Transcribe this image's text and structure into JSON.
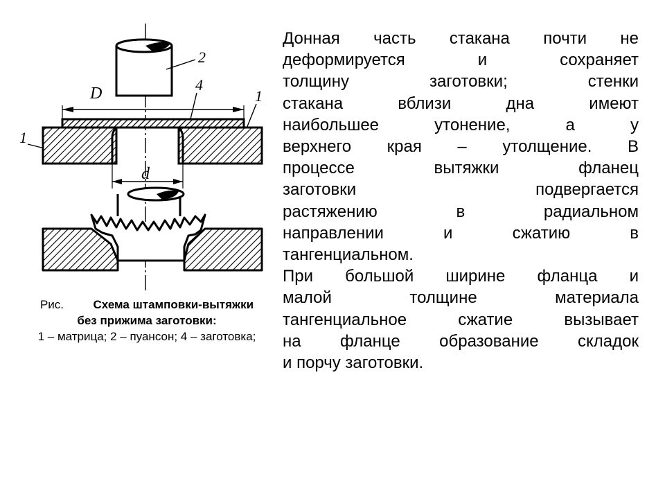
{
  "figure": {
    "labels": {
      "punch": "2",
      "blank": "4",
      "die_right": "1",
      "die_left": "1",
      "big_dim": "D",
      "small_dim": "d"
    }
  },
  "caption": {
    "prefix": "Рис.",
    "title": "Схема штамповки-вытяжки без прижима заготовки:",
    "legend": "1 – матрица; 2 – пуансон; 4 – заготовка;"
  },
  "paragraphs": [
    {
      "lines": [
        "Донная часть стакана почти не",
        "деформируется и сохраняет",
        "толщину заготовки; стенки",
        "стакана вблизи дна имеют",
        "наибольшее утонение, а у",
        "верхнего края – утолщение. В",
        "процессе вытяжки фланец",
        "заготовки подвергается",
        "растяжению в радиальном",
        "направлении и сжатию в",
        "тангенциальном."
      ]
    },
    {
      "lines": [
        "При большой ширине фланца и",
        "малой толщине материала",
        "тангенциальное сжатие вызывает",
        "на фланце образование складок",
        "и порчу заготовки."
      ]
    }
  ]
}
